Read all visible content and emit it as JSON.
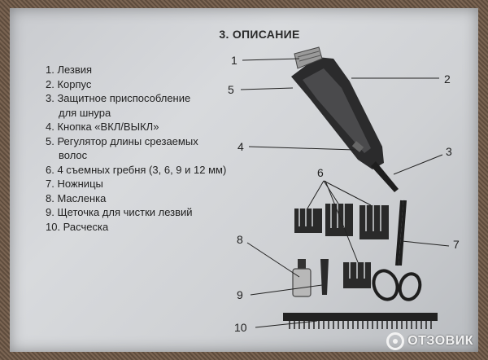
{
  "title": "3. ОПИСАНИЕ",
  "parts": [
    "1. Лезвия",
    "2. Корпус",
    "3. Защитное приспособление",
    "для шнура",
    "4. Кнопка «ВКЛ/ВЫКЛ»",
    "5. Регулятор длины срезаемых",
    "волос",
    "6. 4 съемных гребня (3, 6, 9 и 12 мм)",
    "7. Ножницы",
    "8. Масленка",
    "9. Щеточка для чистки лезвий",
    "10. Расческа"
  ],
  "callouts": {
    "c1": "1",
    "c2": "2",
    "c3": "3",
    "c4": "4",
    "c5": "5",
    "c6": "6",
    "c7": "7",
    "c8": "8",
    "c9": "9",
    "c10": "10"
  },
  "watermark": {
    "text": "ОТЗОВИК",
    "icon": "otzovik-logo-icon"
  },
  "colors": {
    "sheet": "#d3d5d8",
    "frame": "#6b5a4a",
    "text": "#222222"
  }
}
